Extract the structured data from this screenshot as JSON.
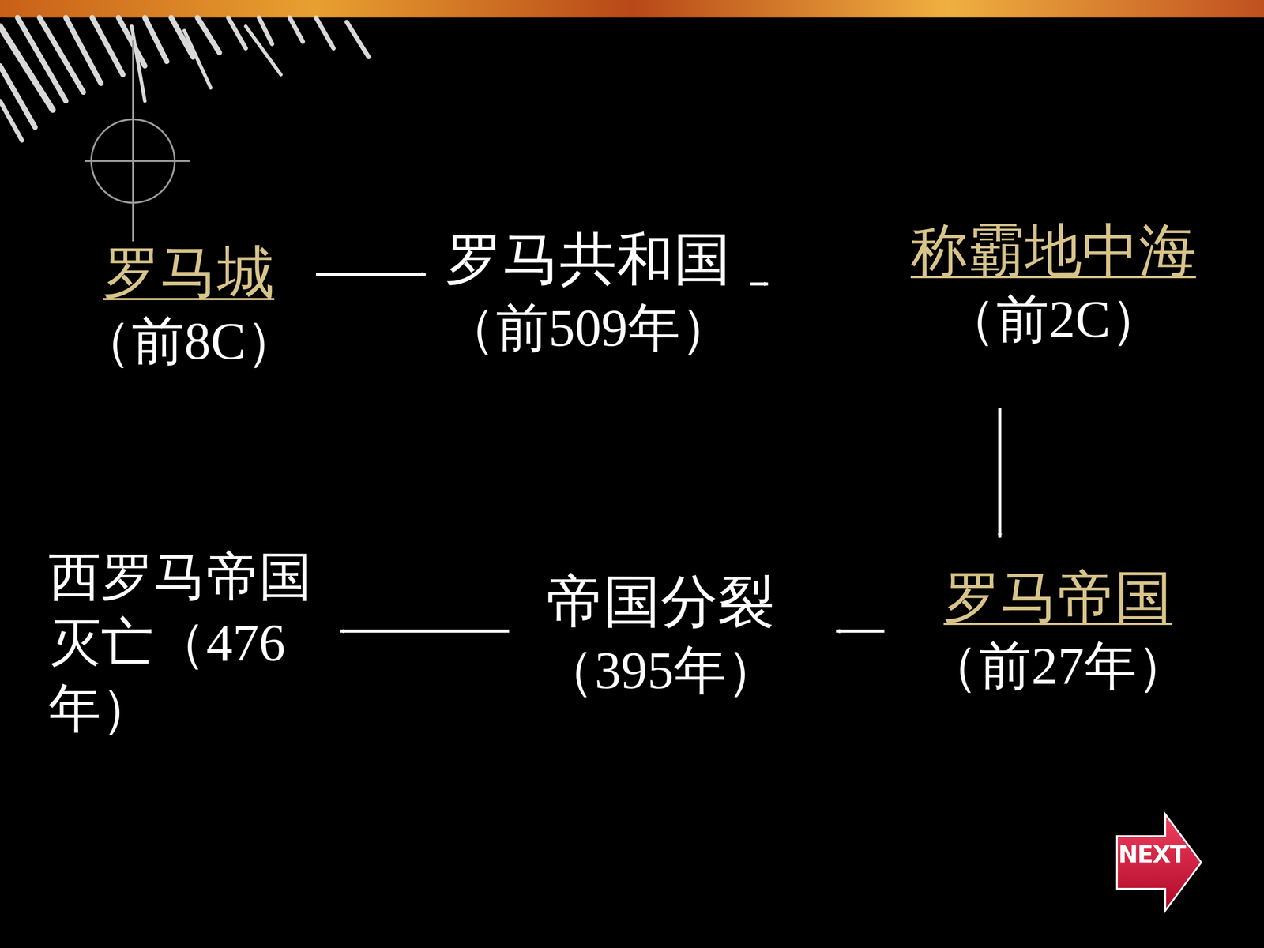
{
  "diagram": {
    "nodes": [
      {
        "text": [
          "罗马城",
          "（前8C）"
        ]
      },
      {
        "text": [
          "罗马共和国",
          "（前509年）"
        ]
      },
      {
        "text": [
          "称霸地中海",
          "（前2C）"
        ]
      },
      {
        "text": [
          "罗马帝国",
          "（前27年）"
        ]
      },
      {
        "text": [
          "帝国分裂",
          "（395年）"
        ]
      },
      {
        "text": [
          "西罗马帝国灭亡（476年）"
        ]
      }
    ],
    "edges": [
      {
        "from": 0,
        "to": 1,
        "arrow": "to"
      },
      {
        "from": 1,
        "to": 2,
        "arrow": "to"
      },
      {
        "from": 2,
        "to": 3,
        "arrow": "to"
      },
      {
        "from": 3,
        "to": 4,
        "arrow": "to"
      },
      {
        "from": 4,
        "to": 5,
        "arrow": "to"
      }
    ],
    "labels": [
      "NEXT"
    ]
  }
}
